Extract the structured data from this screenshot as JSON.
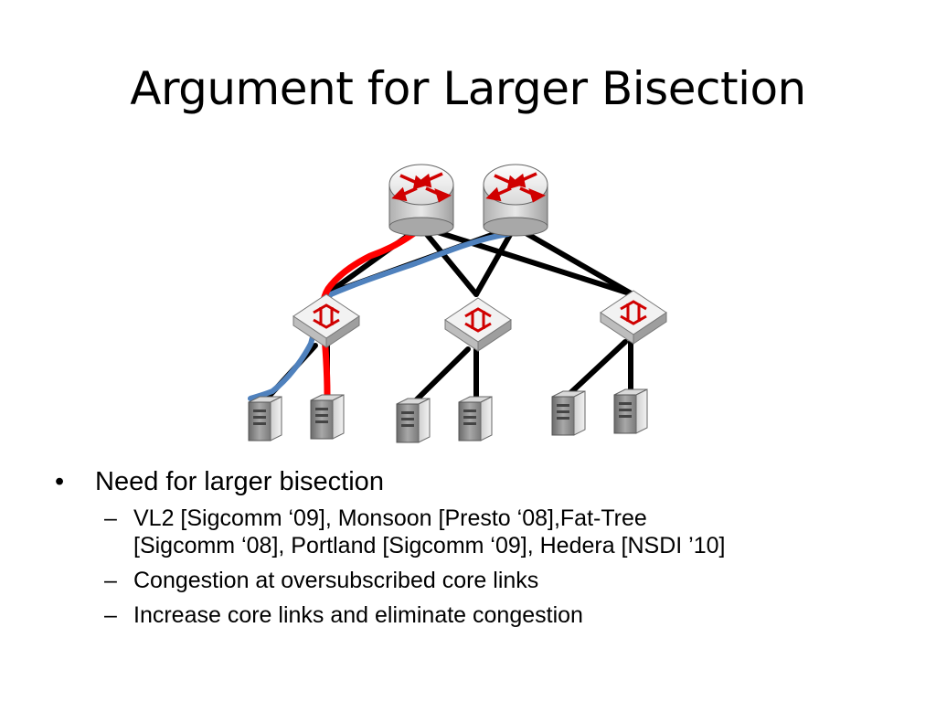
{
  "slide": {
    "title": "Argument for Larger Bisection"
  },
  "bullets": {
    "main": {
      "marker": "•",
      "text": "Need for larger bisection"
    },
    "sub": [
      {
        "marker": "–",
        "line1": "VL2 [Sigcomm ‘09], Monsoon [Presto ‘08],Fat-Tree",
        "line2": "[Sigcomm ‘08], Portland [Sigcomm ‘09], Hedera [NSDI ’10]"
      },
      {
        "marker": "–",
        "text": "Congestion at oversubscribed core links"
      },
      {
        "marker": "–",
        "text": "Increase core links and eliminate congestion"
      }
    ]
  },
  "diagram": {
    "core_routers": [
      "router-icon",
      "router-icon"
    ],
    "aggregation_switches": [
      "switch-icon",
      "switch-icon",
      "switch-icon"
    ],
    "servers": [
      "server-icon",
      "server-icon",
      "server-icon",
      "server-icon",
      "server-icon",
      "server-icon"
    ],
    "highlighted_paths": [
      {
        "color": "#ff0000",
        "meaning": "path via core router 1"
      },
      {
        "color": "#4f81bd",
        "meaning": "path via core router 2"
      }
    ]
  }
}
